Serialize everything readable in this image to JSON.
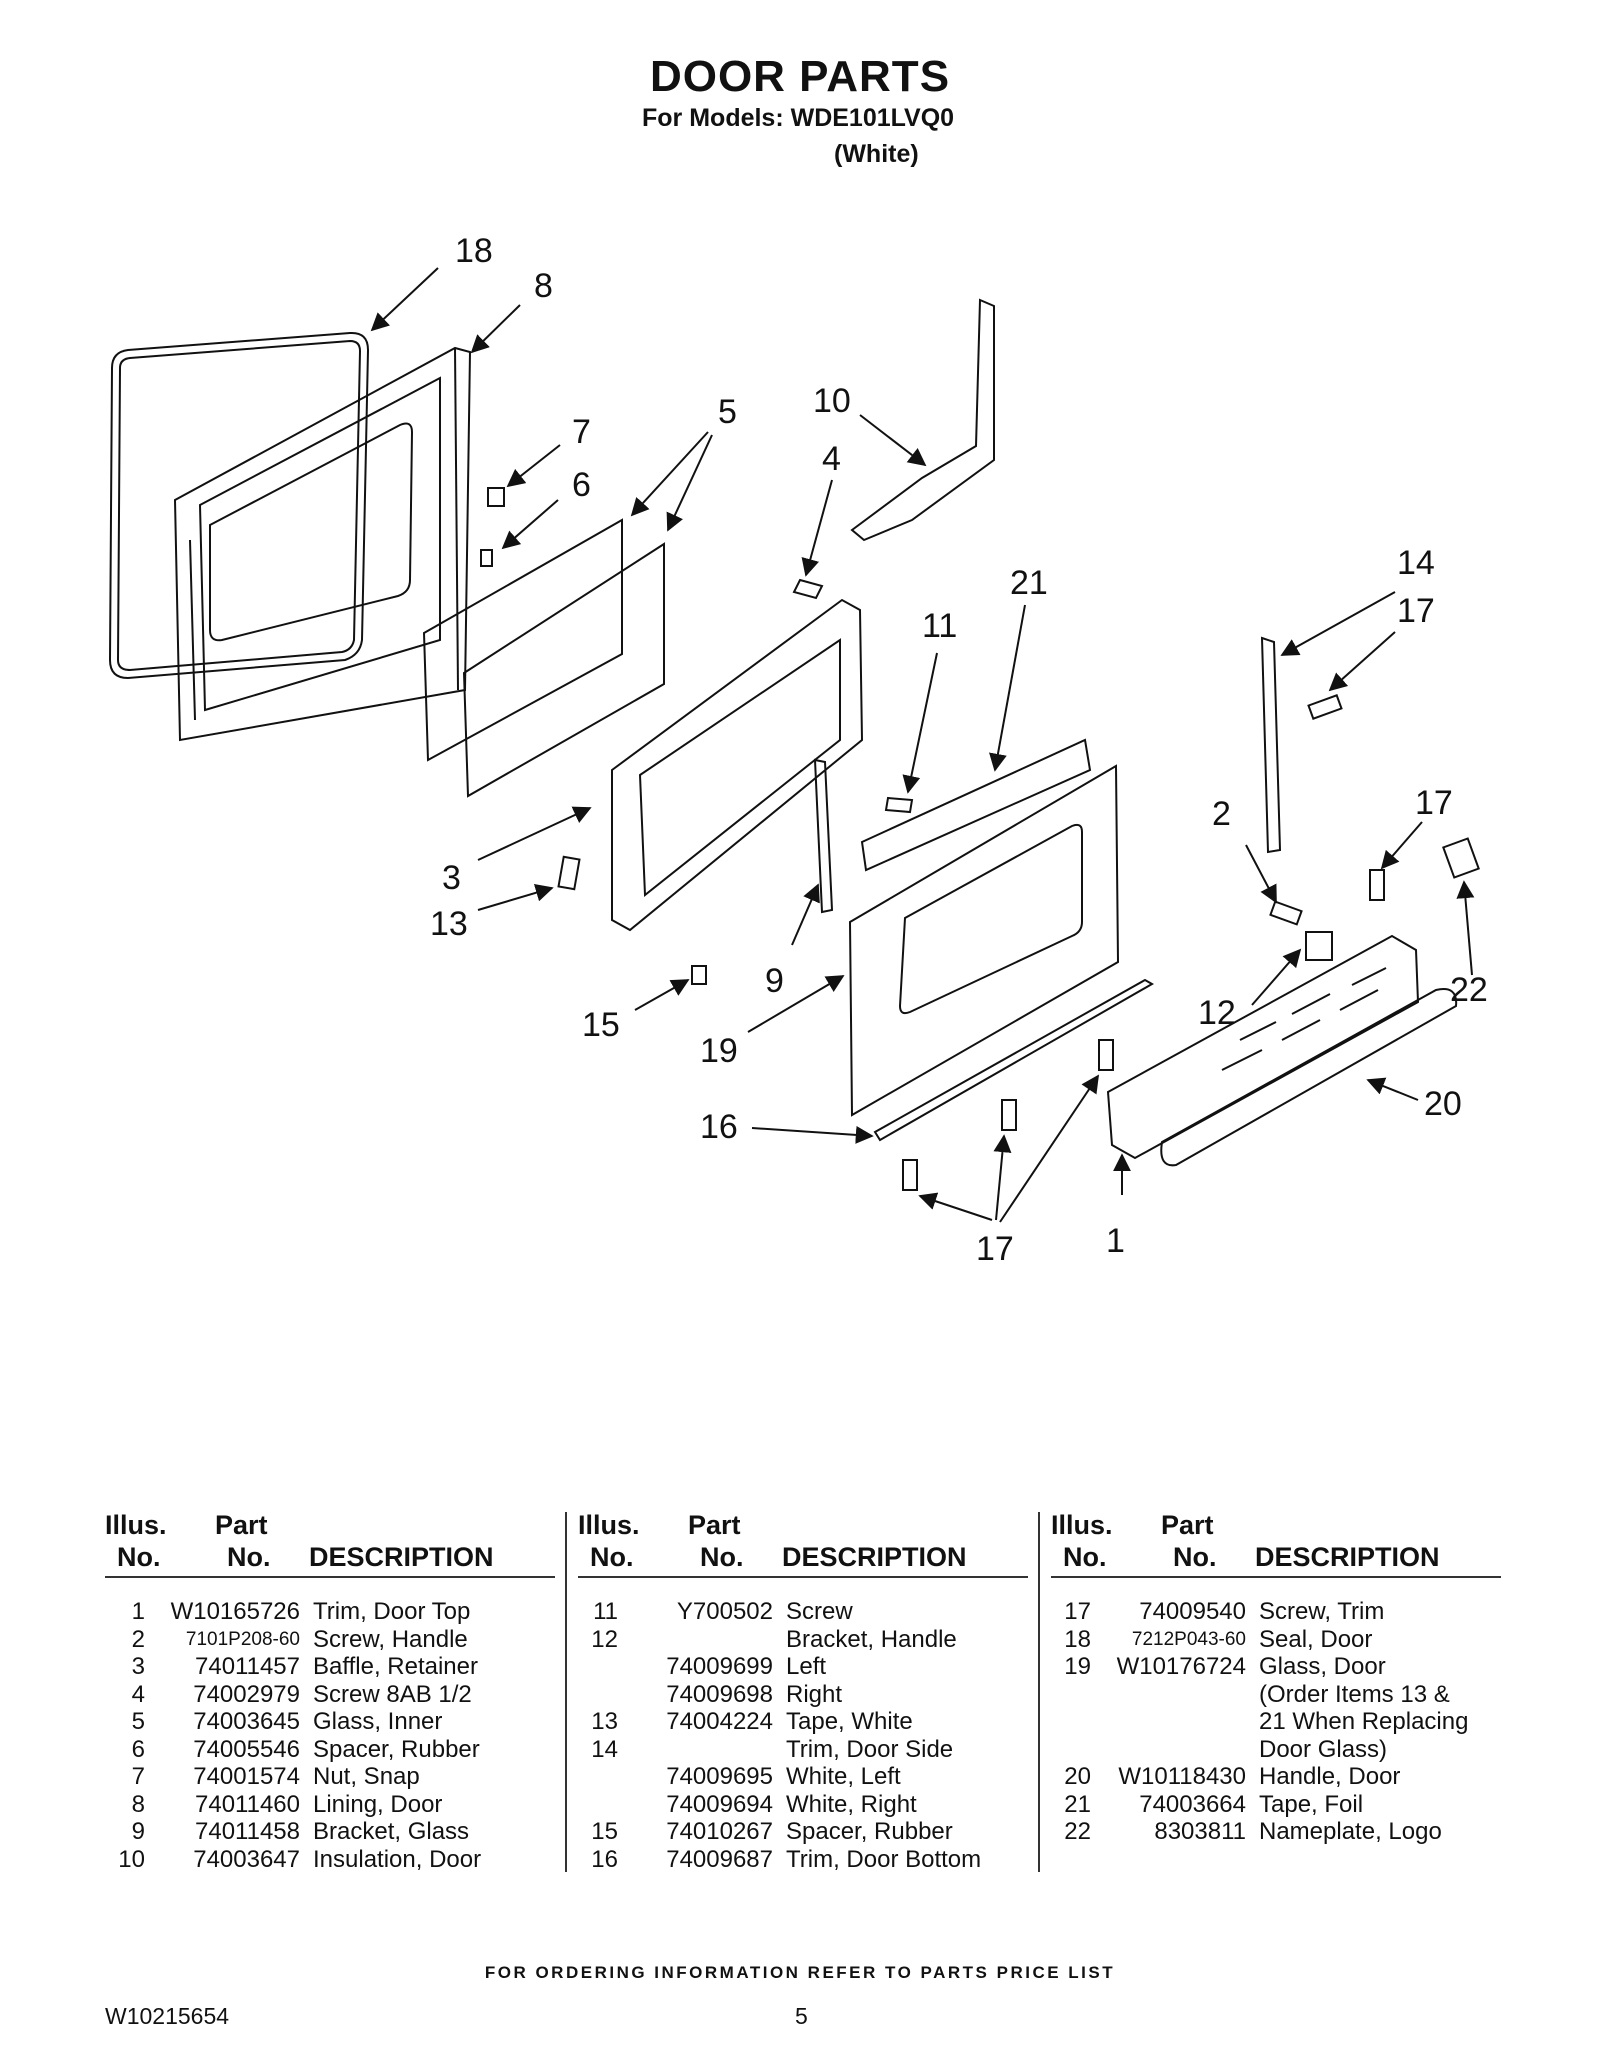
{
  "title": "DOOR PARTS",
  "subtitle_models": "For Models: WDE101LVQ0",
  "subtitle_color": "(White)",
  "callouts": [
    "18",
    "8",
    "7",
    "6",
    "5",
    "10",
    "4",
    "21",
    "11",
    "14",
    "17",
    "3",
    "13",
    "9",
    "2",
    "17",
    "22",
    "15",
    "19",
    "12",
    "16",
    "20",
    "17",
    "1"
  ],
  "table_header": {
    "illus": "Illus.",
    "part": "Part",
    "no1": "No.",
    "no2": "No.",
    "description": "DESCRIPTION"
  },
  "columns": [
    {
      "rows": [
        {
          "illus": "1",
          "part": "W10165726",
          "desc": "Trim, Door Top"
        },
        {
          "illus": "2",
          "part": "7101P208-60",
          "desc": "Screw, Handle"
        },
        {
          "illus": "3",
          "part": "74011457",
          "desc": "Baffle, Retainer"
        },
        {
          "illus": "4",
          "part": "74002979",
          "desc": "Screw 8AB 1/2"
        },
        {
          "illus": "5",
          "part": "74003645",
          "desc": "Glass, Inner"
        },
        {
          "illus": "6",
          "part": "74005546",
          "desc": "Spacer, Rubber"
        },
        {
          "illus": "7",
          "part": "74001574",
          "desc": "Nut, Snap"
        },
        {
          "illus": "8",
          "part": "74011460",
          "desc": "Lining, Door"
        },
        {
          "illus": "9",
          "part": "74011458",
          "desc": "Bracket, Glass"
        },
        {
          "illus": "10",
          "part": "74003647",
          "desc": "Insulation, Door"
        }
      ]
    },
    {
      "rows": [
        {
          "illus": "11",
          "part": "Y700502",
          "desc": "Screw"
        },
        {
          "illus": "12",
          "part": "",
          "desc": "Bracket, Handle"
        },
        {
          "illus": "",
          "part": "74009699",
          "desc": "Left"
        },
        {
          "illus": "",
          "part": "74009698",
          "desc": "Right"
        },
        {
          "illus": "13",
          "part": "74004224",
          "desc": "Tape, White"
        },
        {
          "illus": "14",
          "part": "",
          "desc": "Trim, Door Side"
        },
        {
          "illus": "",
          "part": "74009695",
          "desc": "White, Left"
        },
        {
          "illus": "",
          "part": "74009694",
          "desc": "White, Right"
        },
        {
          "illus": "15",
          "part": "74010267",
          "desc": "Spacer, Rubber"
        },
        {
          "illus": "16",
          "part": "74009687",
          "desc": "Trim, Door Bottom"
        }
      ]
    },
    {
      "rows": [
        {
          "illus": "17",
          "part": "74009540",
          "desc": "Screw, Trim"
        },
        {
          "illus": "18",
          "part": "7212P043-60",
          "desc": "Seal, Door"
        },
        {
          "illus": "19",
          "part": "W10176724",
          "desc": "Glass, Door"
        },
        {
          "illus": "",
          "part": "",
          "desc": "(Order Items 13 &"
        },
        {
          "illus": "",
          "part": "",
          "desc": "21 When Replacing"
        },
        {
          "illus": "",
          "part": "",
          "desc": "Door Glass)"
        },
        {
          "illus": "20",
          "part": "W10118430",
          "desc": "Handle, Door"
        },
        {
          "illus": "21",
          "part": "74003664",
          "desc": "Tape, Foil"
        },
        {
          "illus": "22",
          "part": "8303811",
          "desc": "Nameplate, Logo"
        }
      ]
    }
  ],
  "footer_note": "FOR ORDERING INFORMATION REFER TO PARTS PRICE LIST",
  "doc_number": "W10215654",
  "page_number": "5"
}
